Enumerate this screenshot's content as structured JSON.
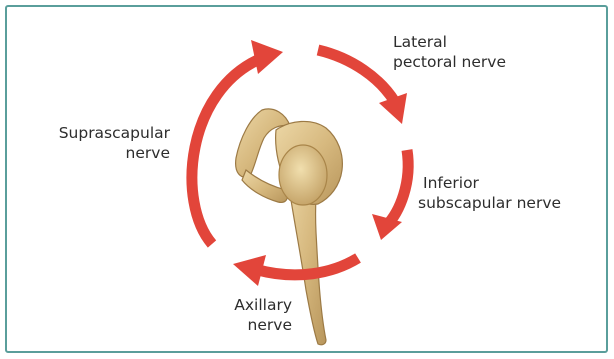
{
  "labels": {
    "lateral": [
      "Lateral",
      "pectoral nerve"
    ],
    "suprascapular": [
      "Suprascapular",
      "nerve"
    ],
    "inferior": [
      "Inferior",
      "subscapular nerve"
    ],
    "axillary": [
      "Axillary",
      "nerve"
    ]
  },
  "colors": {
    "border": "#5a9e9b",
    "arrow": "#e2453a",
    "bone": "#dcc08a",
    "text": "#2d2d2d"
  }
}
